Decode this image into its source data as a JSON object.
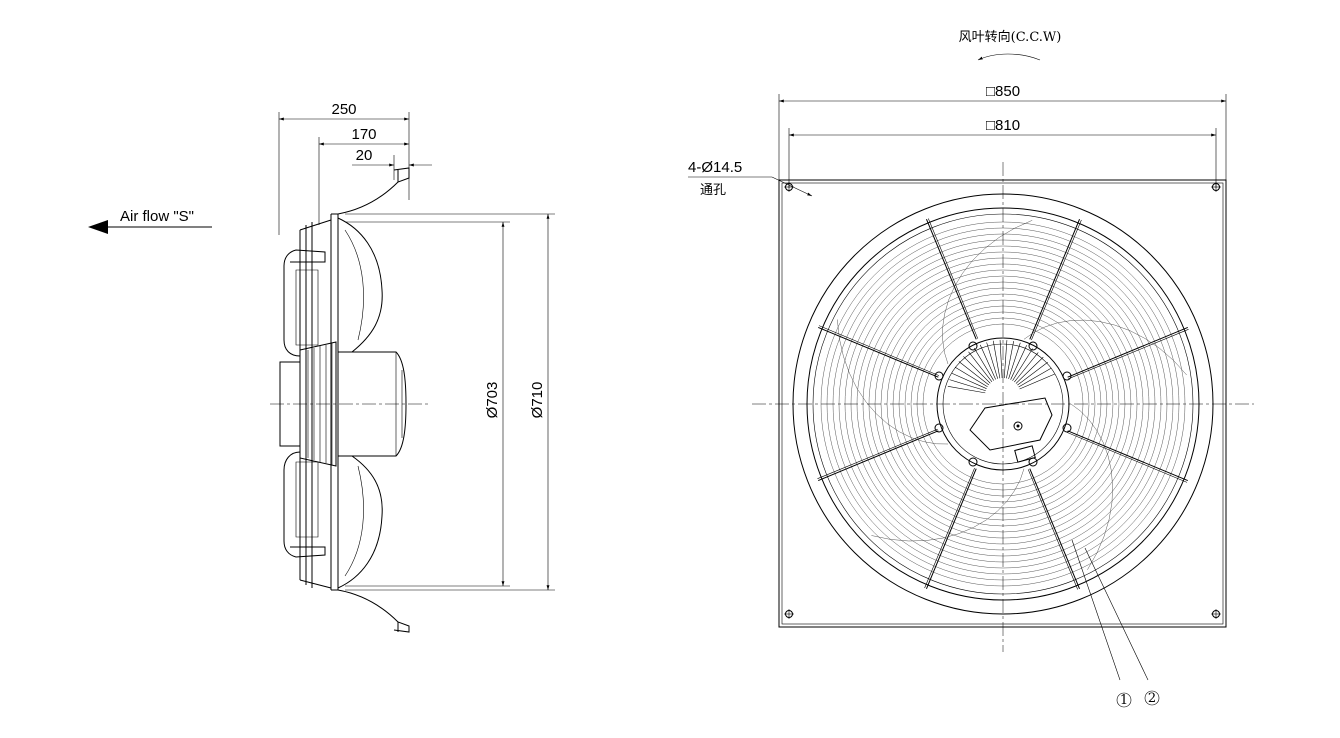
{
  "side_view": {
    "airflow_label": "Air flow \"S\"",
    "dim_250": "250",
    "dim_170": "170",
    "dim_20": "20",
    "dim_703": "Ø703",
    "dim_710": "Ø710"
  },
  "front_view": {
    "rotation_label": "风叶转向(C.C.W)",
    "dim_850": "□850",
    "dim_810": "□810",
    "hole_spec": "4-Ø14.5",
    "hole_note": "通孔",
    "callout_1": "1",
    "callout_2": "2"
  }
}
